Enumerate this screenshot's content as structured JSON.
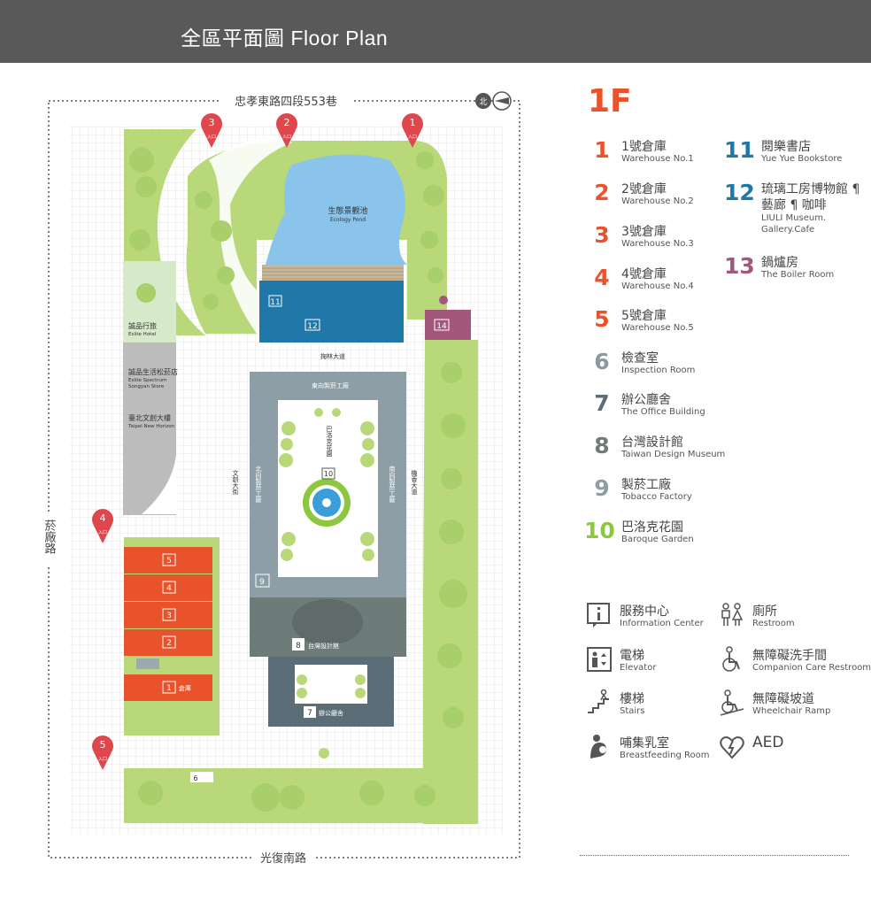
{
  "header": {
    "title": "全區平面圖 Floor Plan"
  },
  "map": {
    "roads": {
      "north": "忠孝東路四段553巷",
      "south": "光復南路",
      "west": "菸廠路",
      "north_arrow": "北"
    },
    "entrances": [
      "1",
      "2",
      "3",
      "4",
      "5"
    ],
    "entrance_label": "入口",
    "areas": {
      "ecology_pond_zh": "生態景觀池",
      "ecology_pond_en": "Ecology Pond",
      "hotel_zh": "誠品行旅",
      "hotel_en": "Eslite Hotel",
      "store_zh": "誠品生活松菸店",
      "store_en1": "Eslite Spectrum",
      "store_en2": "Songyan Store",
      "horizon_zh": "臺北文創大樓",
      "horizon_en": "Taipei New Horizon",
      "avenue_top": "掬林大道",
      "east_factory": "東向製菸工廠",
      "north_factory": "北向製菸工廠",
      "south_factory": "南向製菸工廠",
      "baroque": "巴洛克花園",
      "culture_street": "文創大街",
      "scent_avenue": "機香大道",
      "design_museum": "台灣設計館",
      "office": "辦公廳舍",
      "warehouse": "倉庫"
    },
    "numbers": [
      "1",
      "2",
      "3",
      "4",
      "5",
      "6",
      "7",
      "8",
      "9",
      "10",
      "11",
      "12",
      "14"
    ]
  },
  "legend": {
    "floor": "1F",
    "items": [
      {
        "num": "1",
        "zh": "1號倉庫",
        "en": "Warehouse No.1",
        "color": "#e8532b"
      },
      {
        "num": "2",
        "zh": "2號倉庫",
        "en": "Warehouse No.2",
        "color": "#e8532b"
      },
      {
        "num": "3",
        "zh": "3號倉庫",
        "en": "Warehouse No.3",
        "color": "#e8532b"
      },
      {
        "num": "4",
        "zh": "4號倉庫",
        "en": "Warehouse No.4",
        "color": "#e8532b"
      },
      {
        "num": "5",
        "zh": "5號倉庫",
        "en": "Warehouse No.5",
        "color": "#e8532b"
      },
      {
        "num": "6",
        "zh": "檢查室",
        "en": "Inspection Room",
        "color": "#8a9aa1"
      },
      {
        "num": "7",
        "zh": "辦公廳舍",
        "en": "The Office Building",
        "color": "#5b6e78"
      },
      {
        "num": "8",
        "zh": "台灣設計館",
        "en": "Taiwan Design Museum",
        "color": "#6d7b79"
      },
      {
        "num": "9",
        "zh": "製菸工廠",
        "en": "Tobacco Factory",
        "color": "#8d9ea6"
      },
      {
        "num": "10",
        "zh": "巴洛克花園",
        "en": "Baroque Garden",
        "color": "#8dc63f"
      },
      {
        "num": "11",
        "zh": "閱樂書店",
        "en": "Yue Yue Bookstore",
        "color": "#1f78a8"
      },
      {
        "num": "12",
        "zh": "琉璃工房博物館 ¶",
        "zh2": "藝廊 ¶ 咖啡",
        "en": "LIULI Museum.",
        "en2": "Gallery.Cafe",
        "color": "#1f78a8"
      },
      {
        "num": "13",
        "zh": "鍋爐房",
        "en": "The Boiler Room",
        "color": "#a4577d"
      }
    ],
    "facilities": [
      {
        "icon": "information-icon",
        "zh": "服務中心",
        "en": "Information Center"
      },
      {
        "icon": "restroom-icon",
        "zh": "廁所",
        "en": "Restroom"
      },
      {
        "icon": "elevator-icon",
        "zh": "電梯",
        "en": "Elevator"
      },
      {
        "icon": "accessible-restroom-icon",
        "zh": "無障礙洗手間",
        "en": "Companion Care Restroom"
      },
      {
        "icon": "stairs-icon",
        "zh": "樓梯",
        "en": "Stairs"
      },
      {
        "icon": "wheelchair-ramp-icon",
        "zh": "無障礙坡道",
        "en": "Wheelchair Ramp"
      },
      {
        "icon": "breastfeeding-icon",
        "zh": "哺集乳室",
        "en": "Breastfeeding Room"
      },
      {
        "icon": "aed-icon",
        "zh": "AED",
        "en": ""
      }
    ],
    "colors": {
      "warehouse": "#e8532b",
      "park": "#b9d87a",
      "factory": "#8d9ea6",
      "pond": "#8bc4ea",
      "museum": "#1f78a8"
    }
  }
}
